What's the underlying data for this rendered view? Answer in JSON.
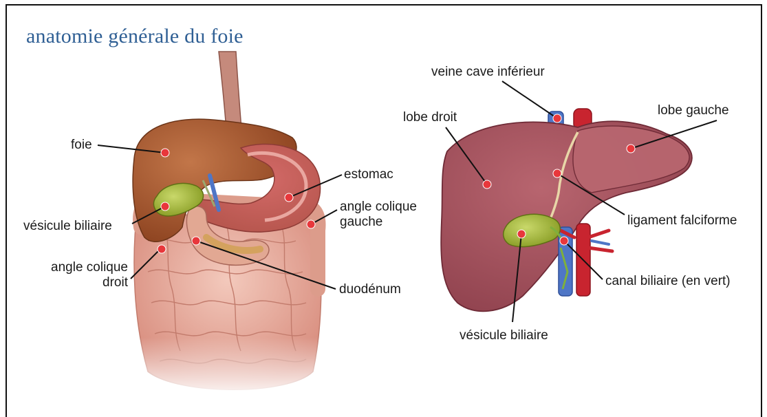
{
  "title": "anatomie générale du foie",
  "colors": {
    "title": "#2f5f94",
    "liver": "#a8525e",
    "liver_left_figure": "#a75a32",
    "gallbladder": "#9fb338",
    "intestine": "#e7b0a0",
    "stomach": "#d9837c",
    "vein": "#4f76c6",
    "artery": "#c8242f",
    "marker": "#e8373b",
    "frame": "#111111"
  },
  "left_figure": {
    "labels": {
      "foie": "foie",
      "vesicule": "vésicule biliaire",
      "angle_droit_1": "angle colique",
      "angle_droit_2": "droit",
      "estomac": "estomac",
      "angle_gauche_1": "angle colique",
      "angle_gauche_2": "gauche",
      "duodenum": "duodénum"
    }
  },
  "right_figure": {
    "labels": {
      "veine_cave": "veine cave inférieur",
      "lobe_droit": "lobe droit",
      "lobe_gauche": "lobe gauche",
      "ligament": "ligament falciforme",
      "canal": "canal biliaire (en vert)",
      "vesicule": "vésicule biliaire"
    }
  }
}
